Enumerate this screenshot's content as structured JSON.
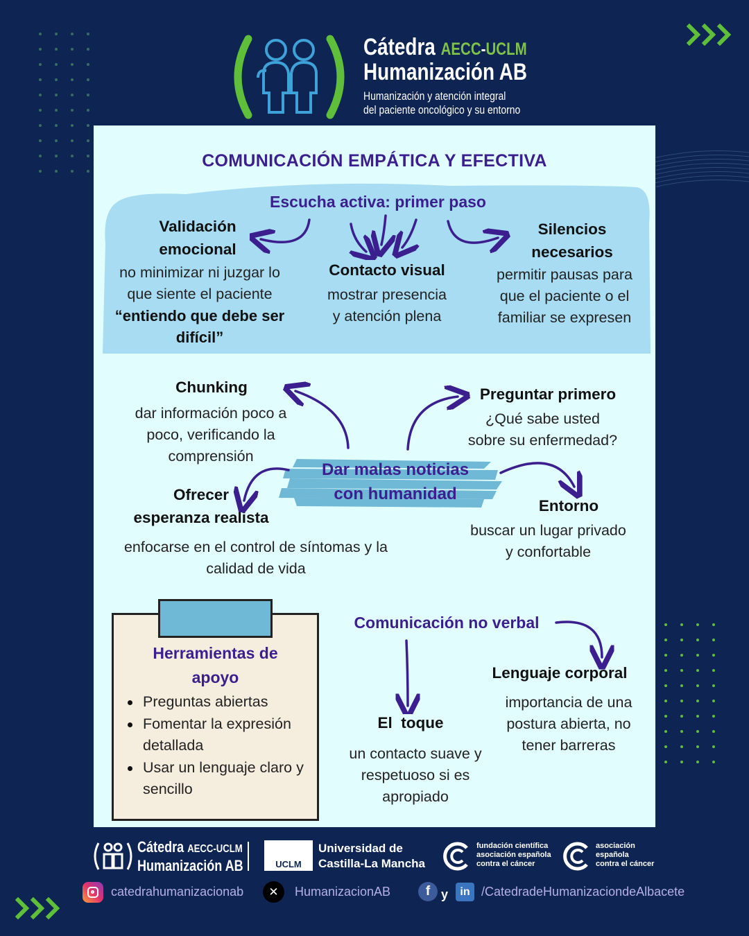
{
  "header": {
    "brand_line1_a": "Cátedra",
    "brand_line1_b": "AECC",
    "brand_line1_sep": "-",
    "brand_line1_c": "UCLM",
    "brand_line2": "Humanización AB",
    "tagline1": "Humanización y atención integral",
    "tagline2": "del paciente oncológico y su entorno"
  },
  "title": "COMUNICACIÓN EMPÁTICA Y EFECTIVA",
  "escucha": {
    "heading": "Escucha activa: primer paso",
    "validacion_title1": "Validación",
    "validacion_title2": "emocional",
    "validacion_l1": "no minimizar ni juzgar lo",
    "validacion_l2": "que siente el paciente",
    "validacion_q1": "“entiendo que debe ser",
    "validacion_q2": "difícil”",
    "contacto_title": "Contacto visual",
    "contacto_l1": "mostrar presencia",
    "contacto_l2": "y atención plena",
    "silencios_title1": "Silencios",
    "silencios_title2": "necesarios",
    "silencios_l1": "permitir pausas para",
    "silencios_l2": "que el paciente o el",
    "silencios_l3": "familiar se expresen"
  },
  "malas": {
    "center1": "Dar malas noticias",
    "center2": "con humanidad",
    "chunking_title": "Chunking",
    "chunking_l1": "dar información poco a",
    "chunking_l2": "poco, verificando la",
    "chunking_l3": "comprensión",
    "preguntar_title": "Preguntar primero",
    "preguntar_l1": "¿Qué sabe usted",
    "preguntar_l2": "sobre su enfermedad?",
    "ofrecer_title1": "Ofrecer",
    "ofrecer_title2": "esperanza realista",
    "ofrecer_l1": "enfocarse en el control de síntomas y la",
    "ofrecer_l2": "calidad de vida",
    "entorno_title": "Entorno",
    "entorno_l1": "buscar un lugar privado",
    "entorno_l2": "y confortable"
  },
  "herramientas": {
    "title1": "Herramientas de",
    "title2": "apoyo",
    "items": [
      "Preguntas abiertas",
      "Fomentar la expresión detallada",
      "Usar un lenguaje claro y sencillo"
    ]
  },
  "noverbal": {
    "heading": "Comunicación no verbal",
    "lenguaje_title": "Lenguaje corporal",
    "lenguaje_l1": "importancia de una",
    "lenguaje_l2": "postura abierta, no",
    "lenguaje_l3": "tener barreras",
    "toque_title": "El  toque",
    "toque_l1": "un contacto suave y",
    "toque_l2": "respetuoso si es",
    "toque_l3": "apropiado"
  },
  "footer": {
    "catedra1": "Cátedra",
    "catedra1b": "AECC-UCLM",
    "catedra2": "Humanización AB",
    "uclm_badge": "UCLM",
    "uni1": "Universidad de",
    "uni2": "Castilla-La Mancha",
    "fund1": "fundación científica",
    "fund2": "asociación española",
    "fund3": "contra el cáncer",
    "aso1": "asociación",
    "aso2": "española",
    "aso3": "contra el cáncer",
    "instagram": "catedrahumanizacionab",
    "x": "HumanizacionAB",
    "y": "y",
    "web": "/CatedradeHumanizaciondeAlbacete"
  },
  "colors": {
    "background": "#0e2452",
    "card": "#e2fdfd",
    "accent_purple": "#3b1f8f",
    "accent_green": "#5fbf3a",
    "blob_blue": "#a7dcf2"
  }
}
